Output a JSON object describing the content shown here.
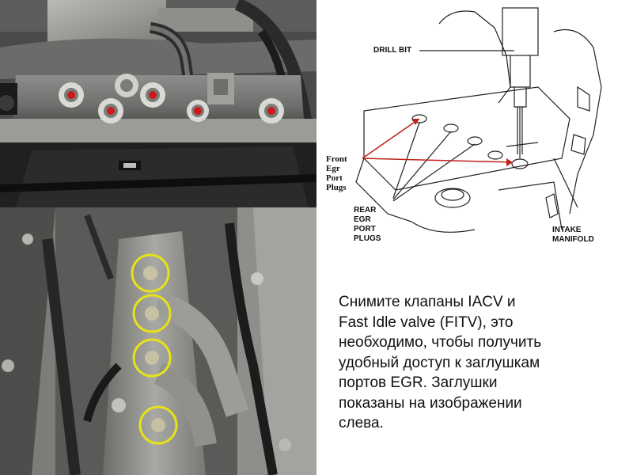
{
  "diagram": {
    "drill_bit_label": "DRILL BIT",
    "front_label_lines": [
      "Front",
      "Egr",
      "Port",
      "Plugs"
    ],
    "rear_label_lines": [
      "REAR",
      "EGR",
      "PORT",
      "PLUGS"
    ],
    "intake_label_lines": [
      "INTAKE",
      "MANIFOLD"
    ],
    "arrow_color": "#c0201a"
  },
  "caption": {
    "text": "Снимите клапаны IACV и\nFast Idle valve (FITV), это\nнеобходимо, чтобы получить\nудобный доступ к заглушкам\nпортов EGR. Заглушки\nпоказаны на изображении\nслева."
  },
  "photo_top": {
    "marker_color": "#cc1a1a",
    "marker_count": 5
  },
  "photo_bottom": {
    "circle_color": "#e6e21a",
    "circle_count": 4
  }
}
